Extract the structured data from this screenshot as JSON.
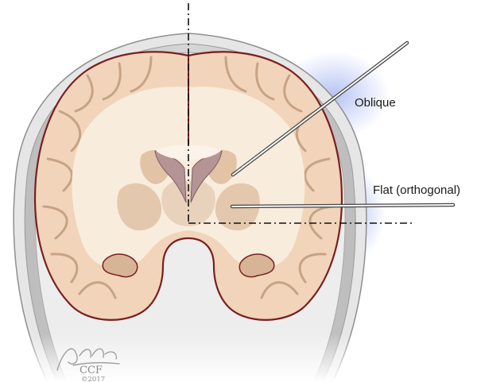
{
  "figure": {
    "labels": {
      "oblique": "Oblique",
      "flat": "Flat (orthogonal)"
    },
    "signature": {
      "artist": "Jkanasz",
      "org": "CCF",
      "year": "©2017"
    },
    "colors": {
      "skull": "#c9c9c9",
      "skull_edge": "#8f8f8f",
      "cortex": "#f3d9c2",
      "cortex_edge": "#7a1f1f",
      "white_matter": "#f7ebdc",
      "deep_gray": "#e3c7ad",
      "ventricle": "#b49494",
      "probe": "#555555",
      "glow": "#aab8f0"
    }
  }
}
